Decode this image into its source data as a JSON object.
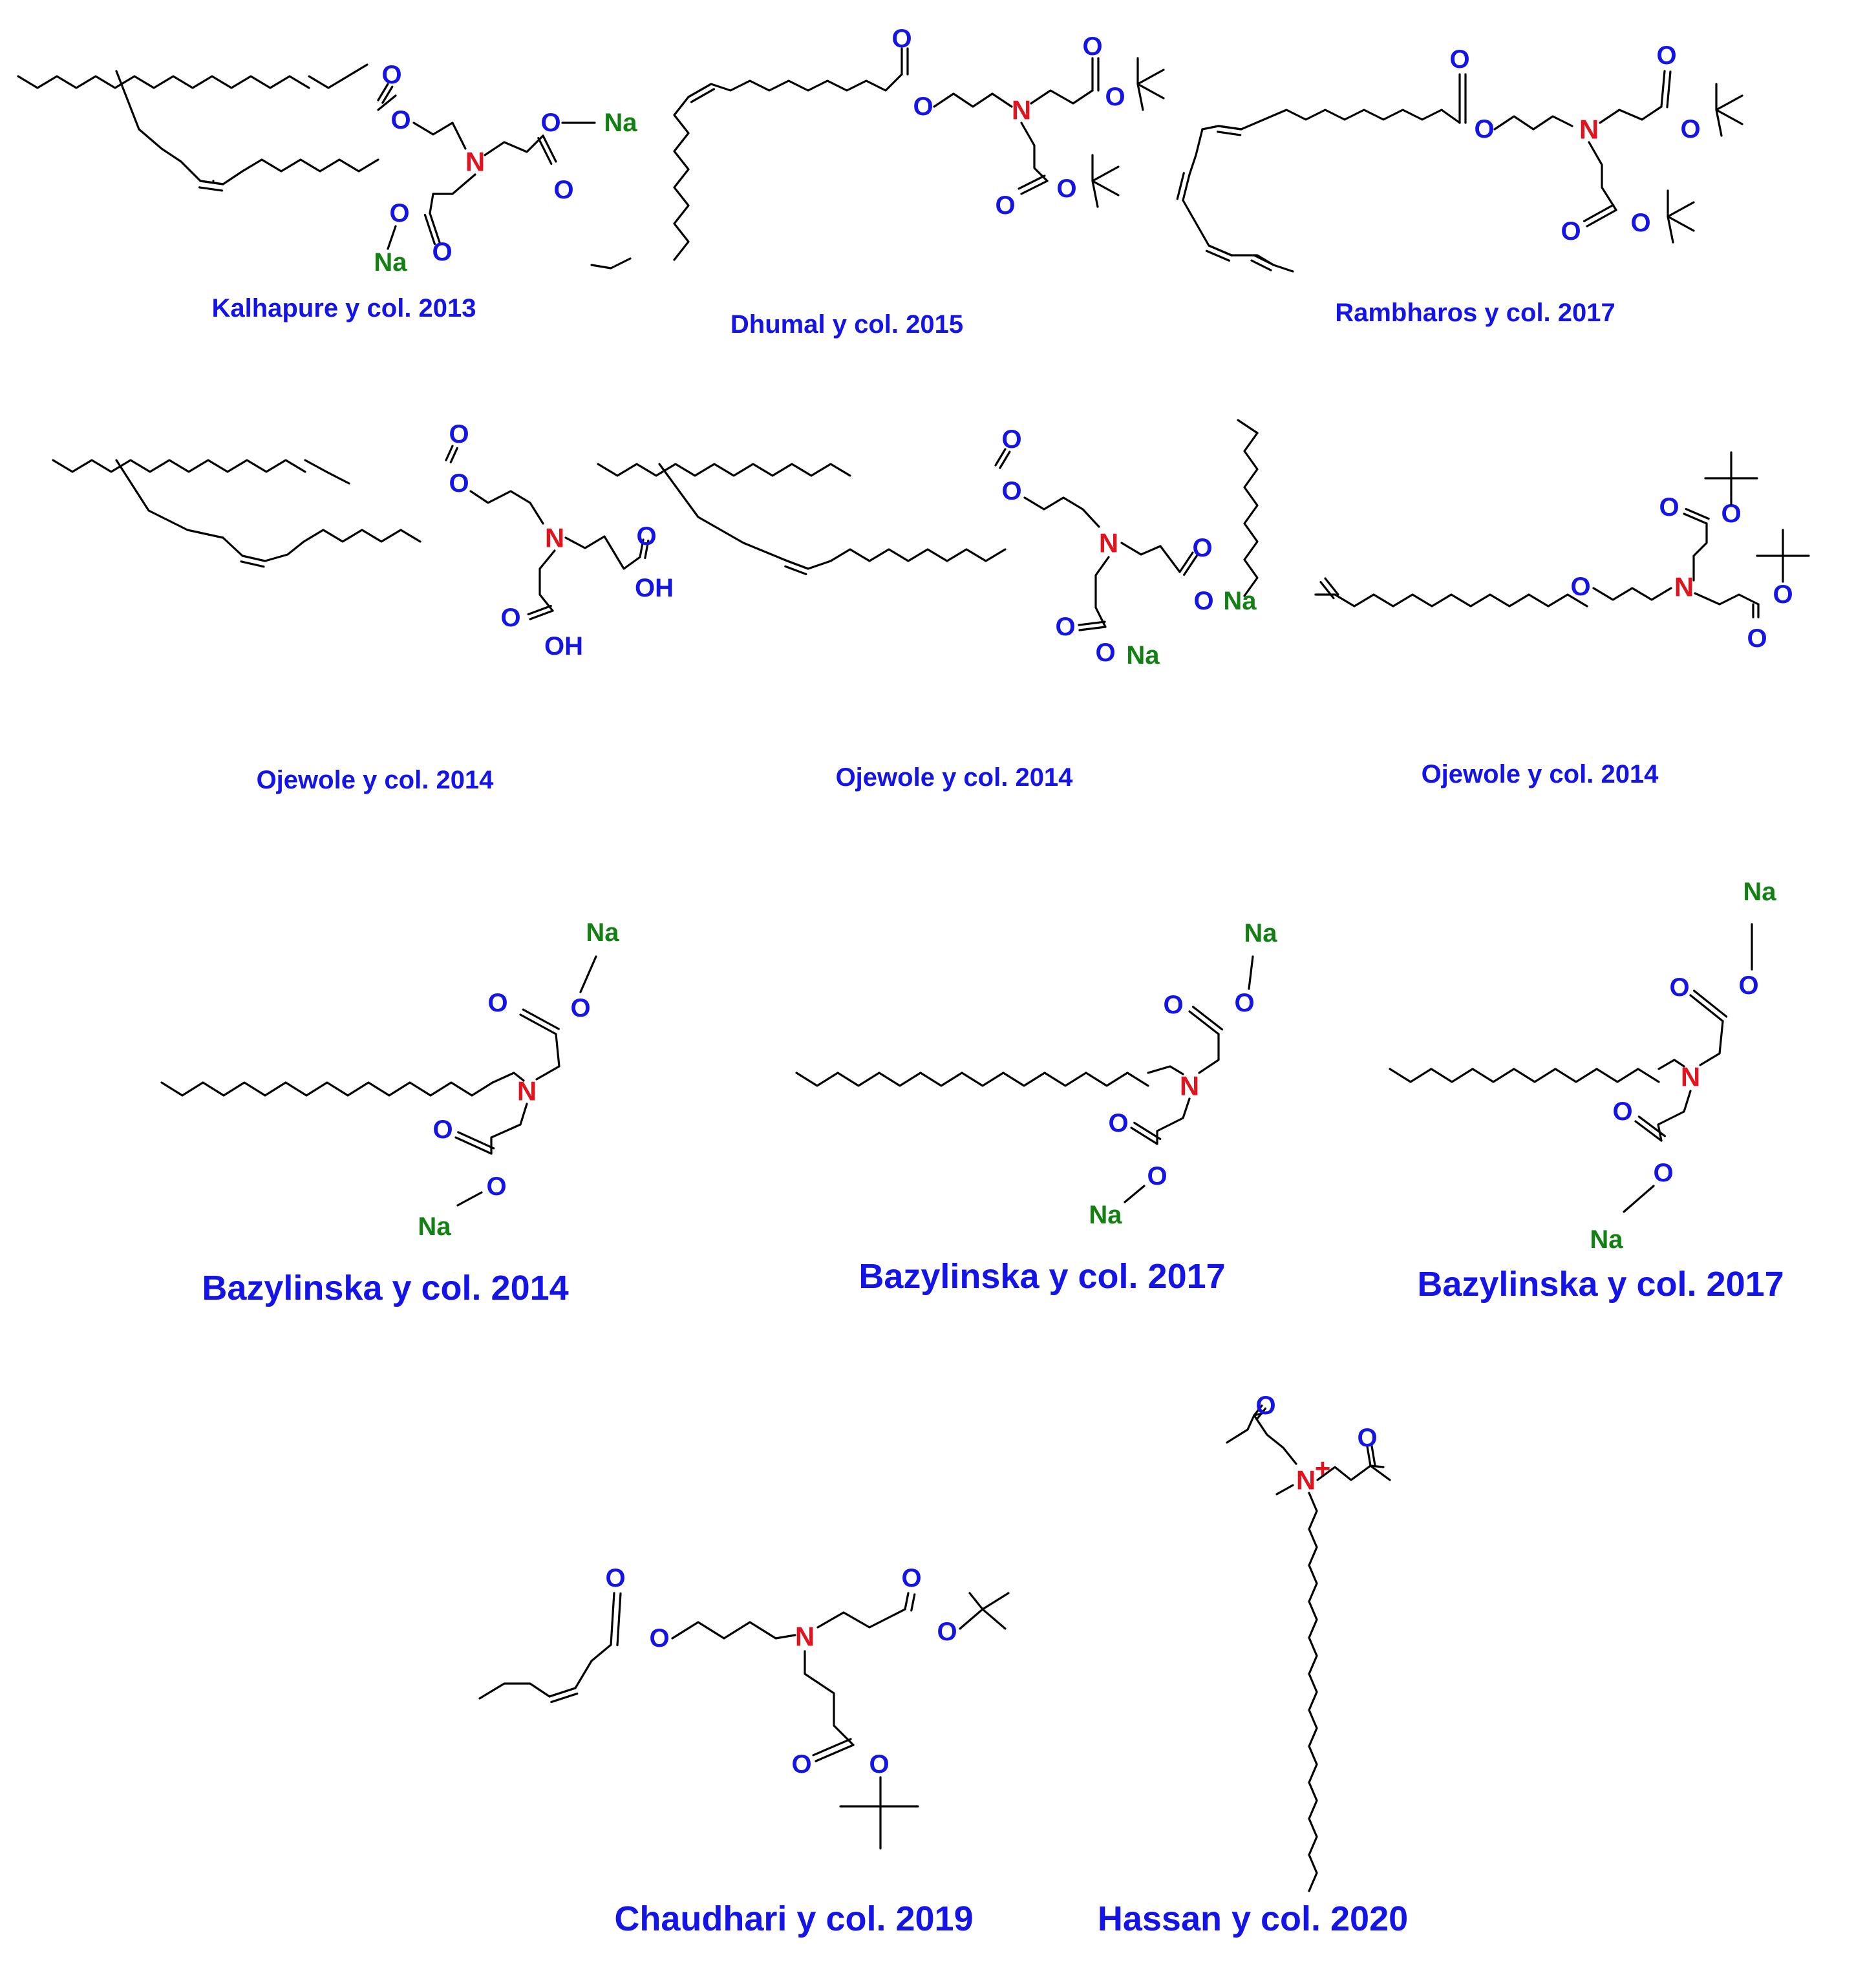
{
  "structures": [
    {
      "caption": "Kalhapure y col. 2013"
    },
    {
      "caption": "Dhumal y col. 2015"
    },
    {
      "caption": "Rambharos y col. 2017"
    },
    {
      "caption": "Ojewole y col. 2014"
    },
    {
      "caption": "Ojewole y col. 2014"
    },
    {
      "caption": "Ojewole y col. 2014"
    },
    {
      "caption": "Bazylinska y col. 2014"
    },
    {
      "caption": "Bazylinska y col. 2017"
    },
    {
      "caption": "Bazylinska y col. 2017"
    },
    {
      "caption": "Chaudhari y col. 2019"
    },
    {
      "caption": "Hassan y col. 2020"
    }
  ],
  "atoms": {
    "oxygen": "O",
    "nitrogen": "N",
    "sodium": "Na",
    "hydroxyl": "OH",
    "cation_charge": "+"
  },
  "colors": {
    "oxygen": "#1414e6",
    "nitrogen": "#e0141e",
    "sodium": "#138013",
    "bond": "#000000",
    "caption": "#1414e6"
  }
}
